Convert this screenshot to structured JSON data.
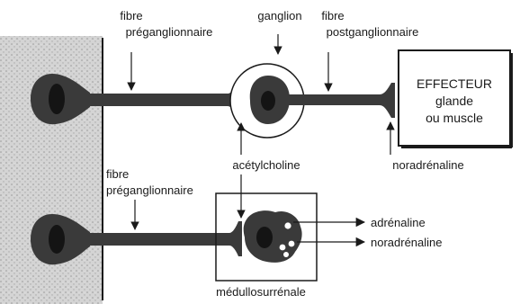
{
  "labels": {
    "fibre_pre_top_1": "fibre",
    "fibre_pre_top_2": "préganglionnaire",
    "ganglion": "ganglion",
    "fibre_post_1": "fibre",
    "fibre_post_2": "postganglionnaire",
    "effecteur_1": "EFFECTEUR",
    "effecteur_2": "glande",
    "effecteur_3": "ou muscle",
    "acetylcholine": "acétylcholine",
    "noradrenaline_top": "noradrénaline",
    "fibre_pre_bottom_1": "fibre",
    "fibre_pre_bottom_2": "préganglionnaire",
    "adrenaline_out": "adrénaline",
    "noradrenaline_out": "noradrénaline",
    "medullosurrenale": "médullosurrénale"
  },
  "colors": {
    "ink": "#1a1a1a",
    "neuron": "#3a3a3a",
    "nucleus": "#151515",
    "cns": "#cfcfcf"
  }
}
